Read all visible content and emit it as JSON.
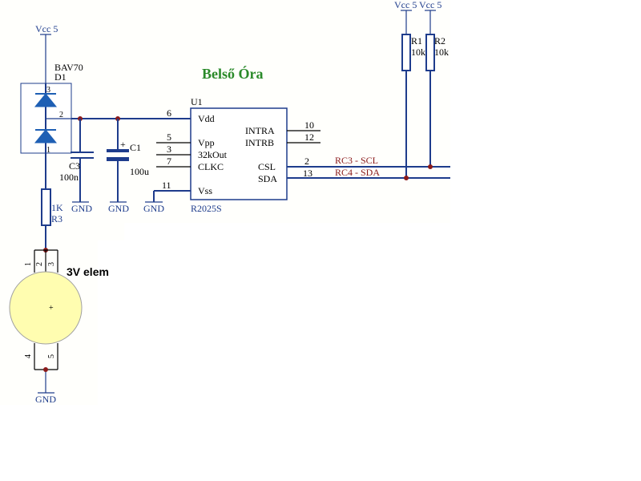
{
  "title": "Belső Óra",
  "vcc_label": "Vcc 5",
  "gnd_label": "GND",
  "d1": {
    "part": "BAV70",
    "ref": "D1",
    "pin_top": "3",
    "pin_mid": "2",
    "pin_bot": "1"
  },
  "c3": {
    "ref": "C3",
    "value": "100n"
  },
  "c1": {
    "ref": "C1",
    "value": "100u",
    "polarity": "+"
  },
  "r3": {
    "value": "1K",
    "ref": "R3"
  },
  "r1": {
    "ref": "R1",
    "value": "10k"
  },
  "r2": {
    "ref": "R2",
    "value": "10k"
  },
  "battery": {
    "label": "3V elem",
    "plus": "+",
    "pins": [
      "1",
      "2",
      "3",
      "4",
      "5"
    ]
  },
  "u1": {
    "ref": "U1",
    "part": "R2025S",
    "left_pins": [
      {
        "num": "6",
        "name": "Vdd"
      },
      {
        "num": "5",
        "name": "Vpp"
      },
      {
        "num": "3",
        "name": "32kOut"
      },
      {
        "num": "7",
        "name": "CLKC"
      },
      {
        "num": "11",
        "name": "Vss"
      }
    ],
    "right_pins": [
      {
        "num": "10",
        "name": "INTRA"
      },
      {
        "num": "12",
        "name": "INTRB"
      },
      {
        "num": "2",
        "name": "CSL"
      },
      {
        "num": "13",
        "name": "SDA"
      }
    ]
  },
  "nets": {
    "scl": "RC3 - SCL",
    "sda": "RC4 - SDA"
  }
}
